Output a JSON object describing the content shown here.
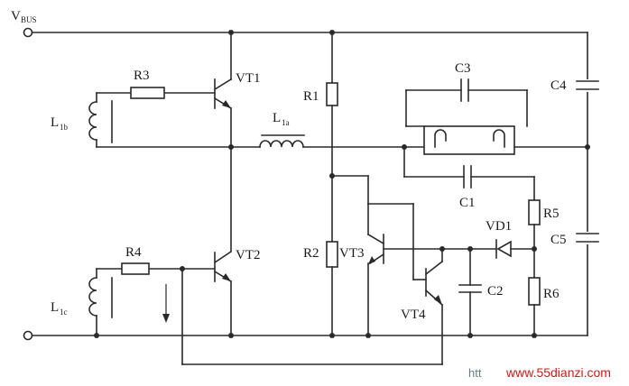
{
  "diagram": {
    "supply_label": "V",
    "supply_label_sub": "BUS",
    "labels": {
      "vt1": "VT1",
      "vt2": "VT2",
      "vt3": "VT3",
      "vt4": "VT4",
      "r1": "R1",
      "r2": "R2",
      "r3": "R3",
      "r4": "R4",
      "r5": "R5",
      "r6": "R6",
      "c1": "C1",
      "c2": "C2",
      "c3": "C3",
      "c4": "C4",
      "c5": "C5",
      "vd1": "VD1",
      "l1a": "L",
      "l1a_sub": "1a",
      "l1b": "L",
      "l1b_sub": "1b",
      "l1c": "L",
      "l1c_sub": "1c"
    },
    "watermark": {
      "prefix": "htt",
      "url": "www.55dianzi.com"
    },
    "colors": {
      "line": "#2a2a2a",
      "watermark": "#d01818"
    }
  }
}
